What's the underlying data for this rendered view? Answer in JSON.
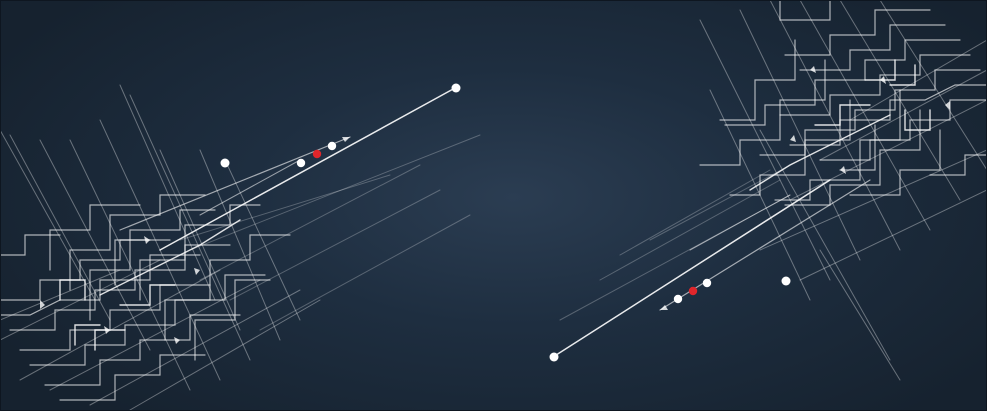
{
  "image": {
    "description_colors": {
      "background": "#1e2e40",
      "background_center": "#2b3d52",
      "line": "#ffffff",
      "node": "#ffffff",
      "accent_node": "#e0262b"
    },
    "icons": [
      "circuit-lines-left",
      "circuit-lines-right",
      "node-dot",
      "red-node-dot",
      "arrow-head"
    ]
  }
}
